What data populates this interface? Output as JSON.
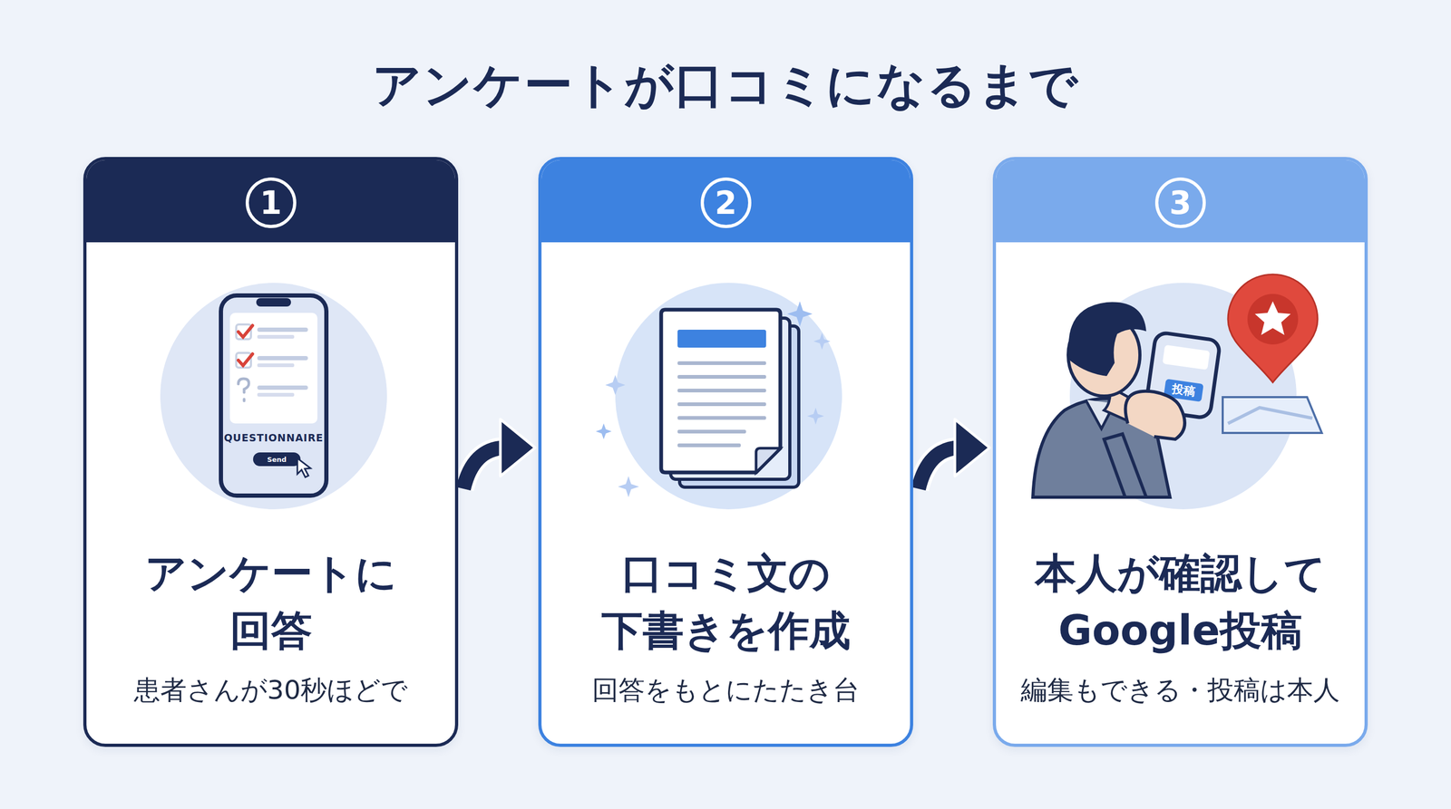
{
  "diagram": {
    "title": "アンケートが口コミになるまで",
    "nodes": [
      {
        "text": [
          "1",
          "アンケートに 回答",
          "患者さんが30秒ほどで"
        ]
      },
      {
        "text": [
          "2",
          "口コミ文の 下書きを作成",
          "回答をもとにたたき台"
        ]
      },
      {
        "text": [
          "3",
          "本人が確認して Google投稿",
          "編集もできる・投稿は本人"
        ]
      }
    ],
    "edges": [
      {
        "from": 0,
        "to": 1,
        "arrow": "to"
      },
      {
        "from": 1,
        "to": 2,
        "arrow": "to"
      }
    ],
    "labels": [
      "QUESTIONNAIRE",
      "Send",
      "投稿"
    ]
  }
}
